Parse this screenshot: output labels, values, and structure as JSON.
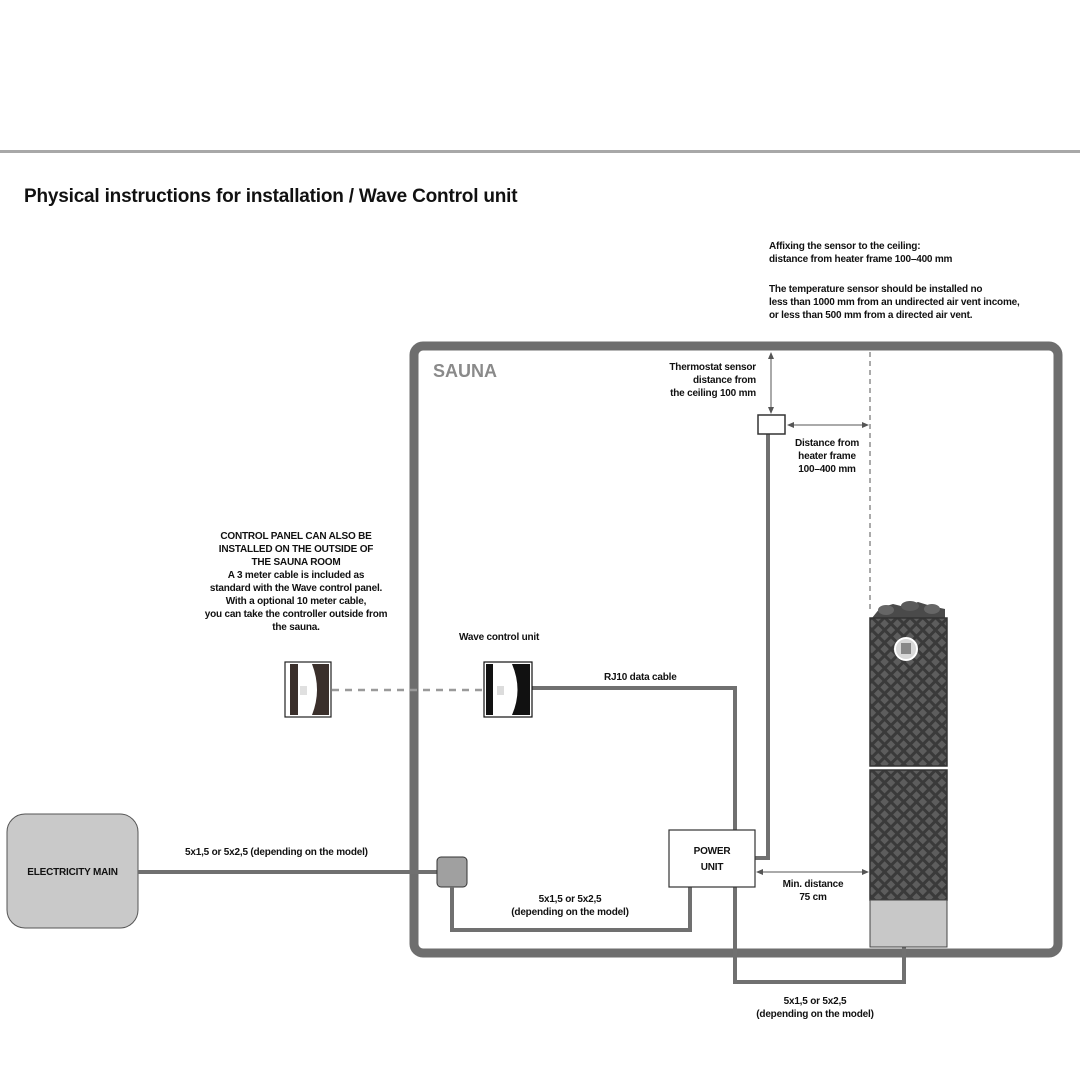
{
  "title": "Physical instructions for installation / Wave Control unit",
  "sauna_label": "SAUNA",
  "notes": {
    "ceiling_line1": "Affixing the sensor to the ceiling:",
    "ceiling_line2": "distance from heater frame 100–400 mm",
    "vent_line1": "The temperature sensor should be installed no",
    "vent_line2": "less than 1000 mm from an undirected air vent income,",
    "vent_line3": "or less than 500 mm from a directed air vent."
  },
  "thermostat": {
    "line1": "Thermostat  sensor",
    "line2": "distance  from",
    "line3": "the  ceiling  100  mm"
  },
  "heater_distance": {
    "line1": "Distance from",
    "line2": "heater frame",
    "line3": "100–400 mm"
  },
  "outside_panel": {
    "line1": "CONTROL PANEL CAN ALSO BE",
    "line2": "INSTALLED ON THE OUTSIDE OF",
    "line3": "THE SAUNA ROOM",
    "line4": "A 3 meter cable is included as",
    "line5": "standard with the Wave control panel.",
    "line6": "With a optional 10 meter cable,",
    "line7": "you can take the controller outside from",
    "line8": "the sauna."
  },
  "wave_control_label": "Wave control unit",
  "rj10_label": "RJ10 data cable",
  "power_unit": {
    "line1": "POWER",
    "line2": "UNIT"
  },
  "electricity_main": "ELECTRICITY MAIN",
  "cable_main": "5x1,5 or 5x2,5 (depending on the model)",
  "cable_inner": {
    "line1": "5x1,5 or 5x2,5",
    "line2": "(depending on the model)"
  },
  "cable_outer": {
    "line1": "5x1,5 or 5x2,5",
    "line2": "(depending on the model)"
  },
  "min_distance": {
    "line1": "Min. distance",
    "line2": "75 cm"
  },
  "colors": {
    "wall": "#6e6e6e",
    "cable": "#707070",
    "heater_body": "#3c3c3c",
    "heater_base": "#c8c8c8",
    "junction_box": "#a0a0a0"
  }
}
